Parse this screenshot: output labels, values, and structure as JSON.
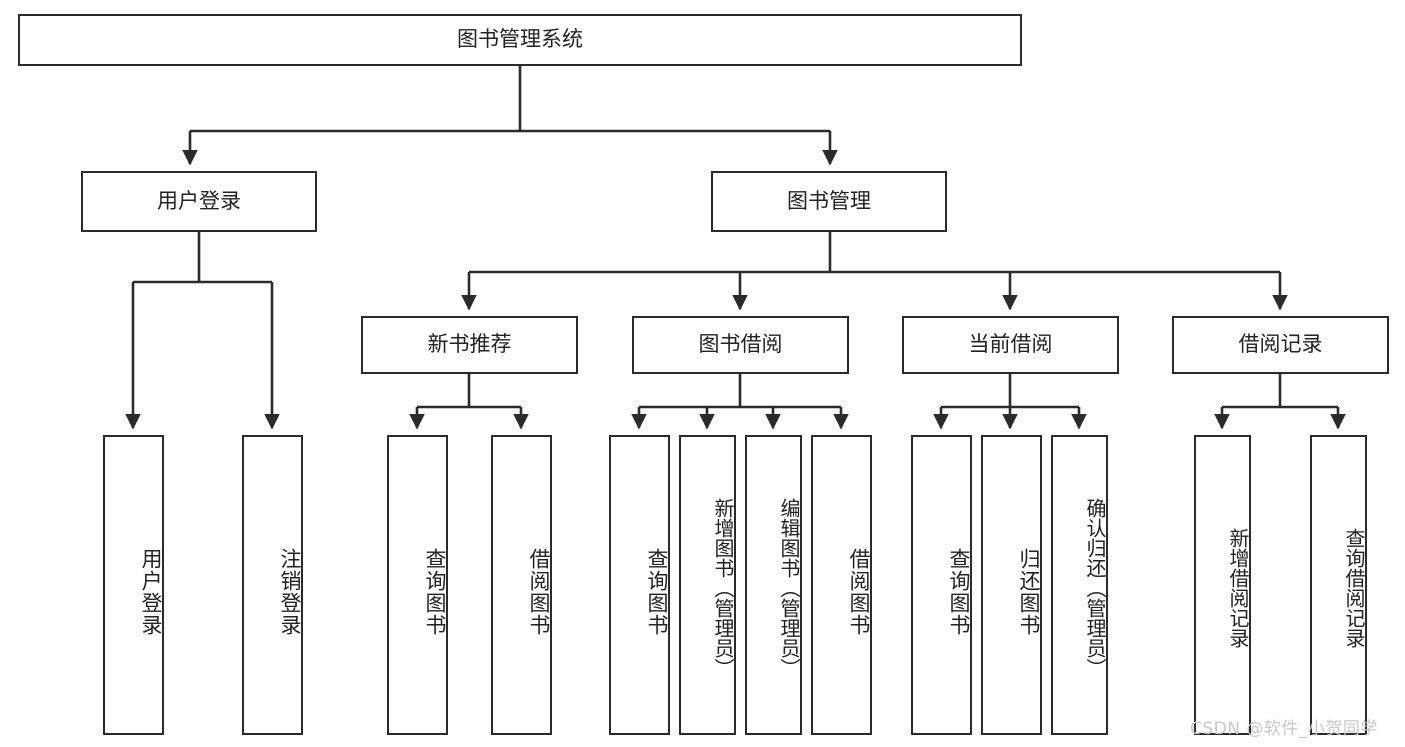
{
  "diagram": {
    "type": "tree",
    "title": "图书管理系统",
    "levels": {
      "root": {
        "label": "图书管理系统"
      },
      "level2": [
        {
          "label": "用户登录"
        },
        {
          "label": "图书管理"
        }
      ],
      "level3": [
        {
          "label": "新书推荐"
        },
        {
          "label": "图书借阅"
        },
        {
          "label": "当前借阅"
        },
        {
          "label": "借阅记录"
        }
      ]
    },
    "leaves": {
      "user_login": [
        {
          "label": "用户登录"
        },
        {
          "label": "注销登录"
        }
      ],
      "new_book_recommend": [
        {
          "label": "查询图书"
        },
        {
          "label": "借阅图书"
        }
      ],
      "book_borrow": [
        {
          "label": "查询图书"
        },
        {
          "label": "新增图书（管理员）"
        },
        {
          "label": "编辑图书（管理员）"
        },
        {
          "label": "借阅图书"
        }
      ],
      "current_borrow": [
        {
          "label": "查询图书"
        },
        {
          "label": "归还图书"
        },
        {
          "label": "确认归还（管理员）"
        }
      ],
      "borrow_record": [
        {
          "label": "新增借阅记录"
        },
        {
          "label": "查询借阅记录"
        }
      ]
    }
  },
  "watermark": {
    "text": "CSDN @软件_小贺同学"
  },
  "colors": {
    "stroke": "#2b2b2b",
    "background": "#ffffff",
    "text": "#232323",
    "watermark": "#c8c8c8"
  }
}
